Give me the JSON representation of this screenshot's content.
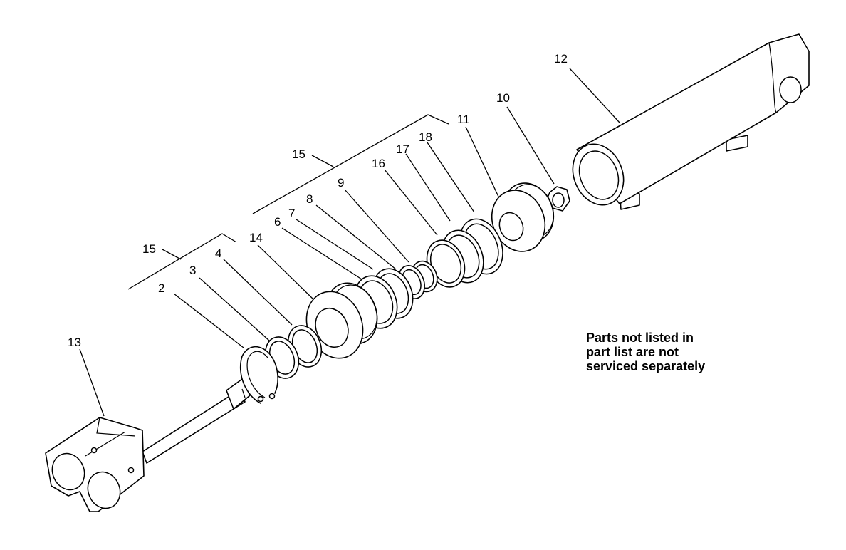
{
  "callouts": {
    "c2": "2",
    "c3": "3",
    "c4": "4",
    "c6": "6",
    "c7": "7",
    "c8": "8",
    "c9": "9",
    "c10": "10",
    "c11": "11",
    "c12": "12",
    "c13": "13",
    "c14": "14",
    "c15a": "15",
    "c15b": "15",
    "c16": "16",
    "c17": "17",
    "c18": "18"
  },
  "note": {
    "line1": "Parts not listed in",
    "line2": "part list are not",
    "line3": "serviced separately"
  }
}
